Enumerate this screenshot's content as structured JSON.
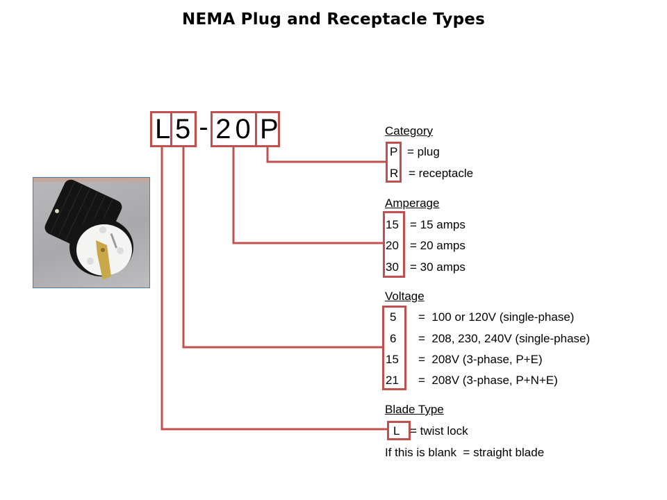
{
  "title": "NEMA Plug and Receptacle Types",
  "code": {
    "blade": "L",
    "voltage": "5",
    "separator": "-",
    "amperage": "20",
    "category": "P"
  },
  "image": {
    "alt": "twist lock plug photo"
  },
  "accent_color": "#c0504d",
  "sections": {
    "category": {
      "heading": "Category",
      "rows": [
        {
          "code": "P",
          "desc": "= plug"
        },
        {
          "code": "R",
          "desc": "= receptacle"
        }
      ]
    },
    "amperage": {
      "heading": "Amperage",
      "rows": [
        {
          "code": "15",
          "desc": "= 15 amps"
        },
        {
          "code": "20",
          "desc": "= 20 amps"
        },
        {
          "code": "30",
          "desc": "= 30 amps"
        }
      ]
    },
    "voltage": {
      "heading": "Voltage",
      "rows": [
        {
          "code": "5",
          "desc": "=  100 or 120V (single-phase)"
        },
        {
          "code": "6",
          "desc": "=  208, 230, 240V (single-phase)"
        },
        {
          "code": "15",
          "desc": "=  208V (3-phase, P+E)"
        },
        {
          "code": "21",
          "desc": "=  208V (3-phase, P+N+E)"
        }
      ]
    },
    "blade": {
      "heading": "Blade Type",
      "rows": [
        {
          "code": "L",
          "desc": "= twist lock"
        }
      ],
      "note": "If this is blank  = straight blade"
    }
  }
}
